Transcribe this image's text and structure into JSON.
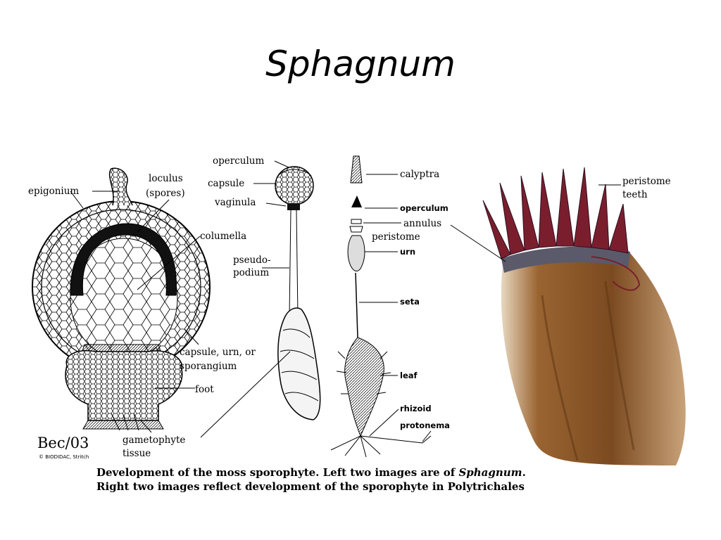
{
  "slide": {
    "title": "Sphagnum"
  },
  "figure1": {
    "labels": {
      "epigonium": "epigonium",
      "loculus_1": "loculus",
      "loculus_2": "(spores)",
      "columella": "columella",
      "capsule_1": "capsule, urn, or",
      "capsule_2": "sporangium",
      "foot": "foot",
      "gametophyte_1": "gametophyte",
      "gametophyte_2": "tissue"
    },
    "signature": "Bec/03",
    "credit": "© BIODIDAC, Stritch"
  },
  "figure2": {
    "labels": {
      "operculum": "operculum",
      "capsule": "capsule",
      "vaginula": "vaginula",
      "pseudopodium_1": "pseudo-",
      "pseudopodium_2": "podium"
    }
  },
  "figure3": {
    "labels": {
      "calyptra": "calyptra",
      "operculum": "operculum",
      "annulus": "annulus",
      "peristome": "peristome",
      "urn": "urn",
      "seta": "seta",
      "leaf": "leaf",
      "rhizoid": "rhizoid",
      "protonema": "protonema"
    }
  },
  "figure4": {
    "labels": {
      "peristome_1": "peristome",
      "peristome_2": "teeth"
    },
    "colors": {
      "capsule": "#8a5526",
      "teeth": "#7a1e2e"
    }
  },
  "caption": {
    "line1_start": "Development of the moss sporophyte.  Left two images are of ",
    "line1_italic": "Sphagnum",
    "line1_end": ".",
    "line2": "Right two images reflect development of the sporophyte in Polytrichales"
  }
}
